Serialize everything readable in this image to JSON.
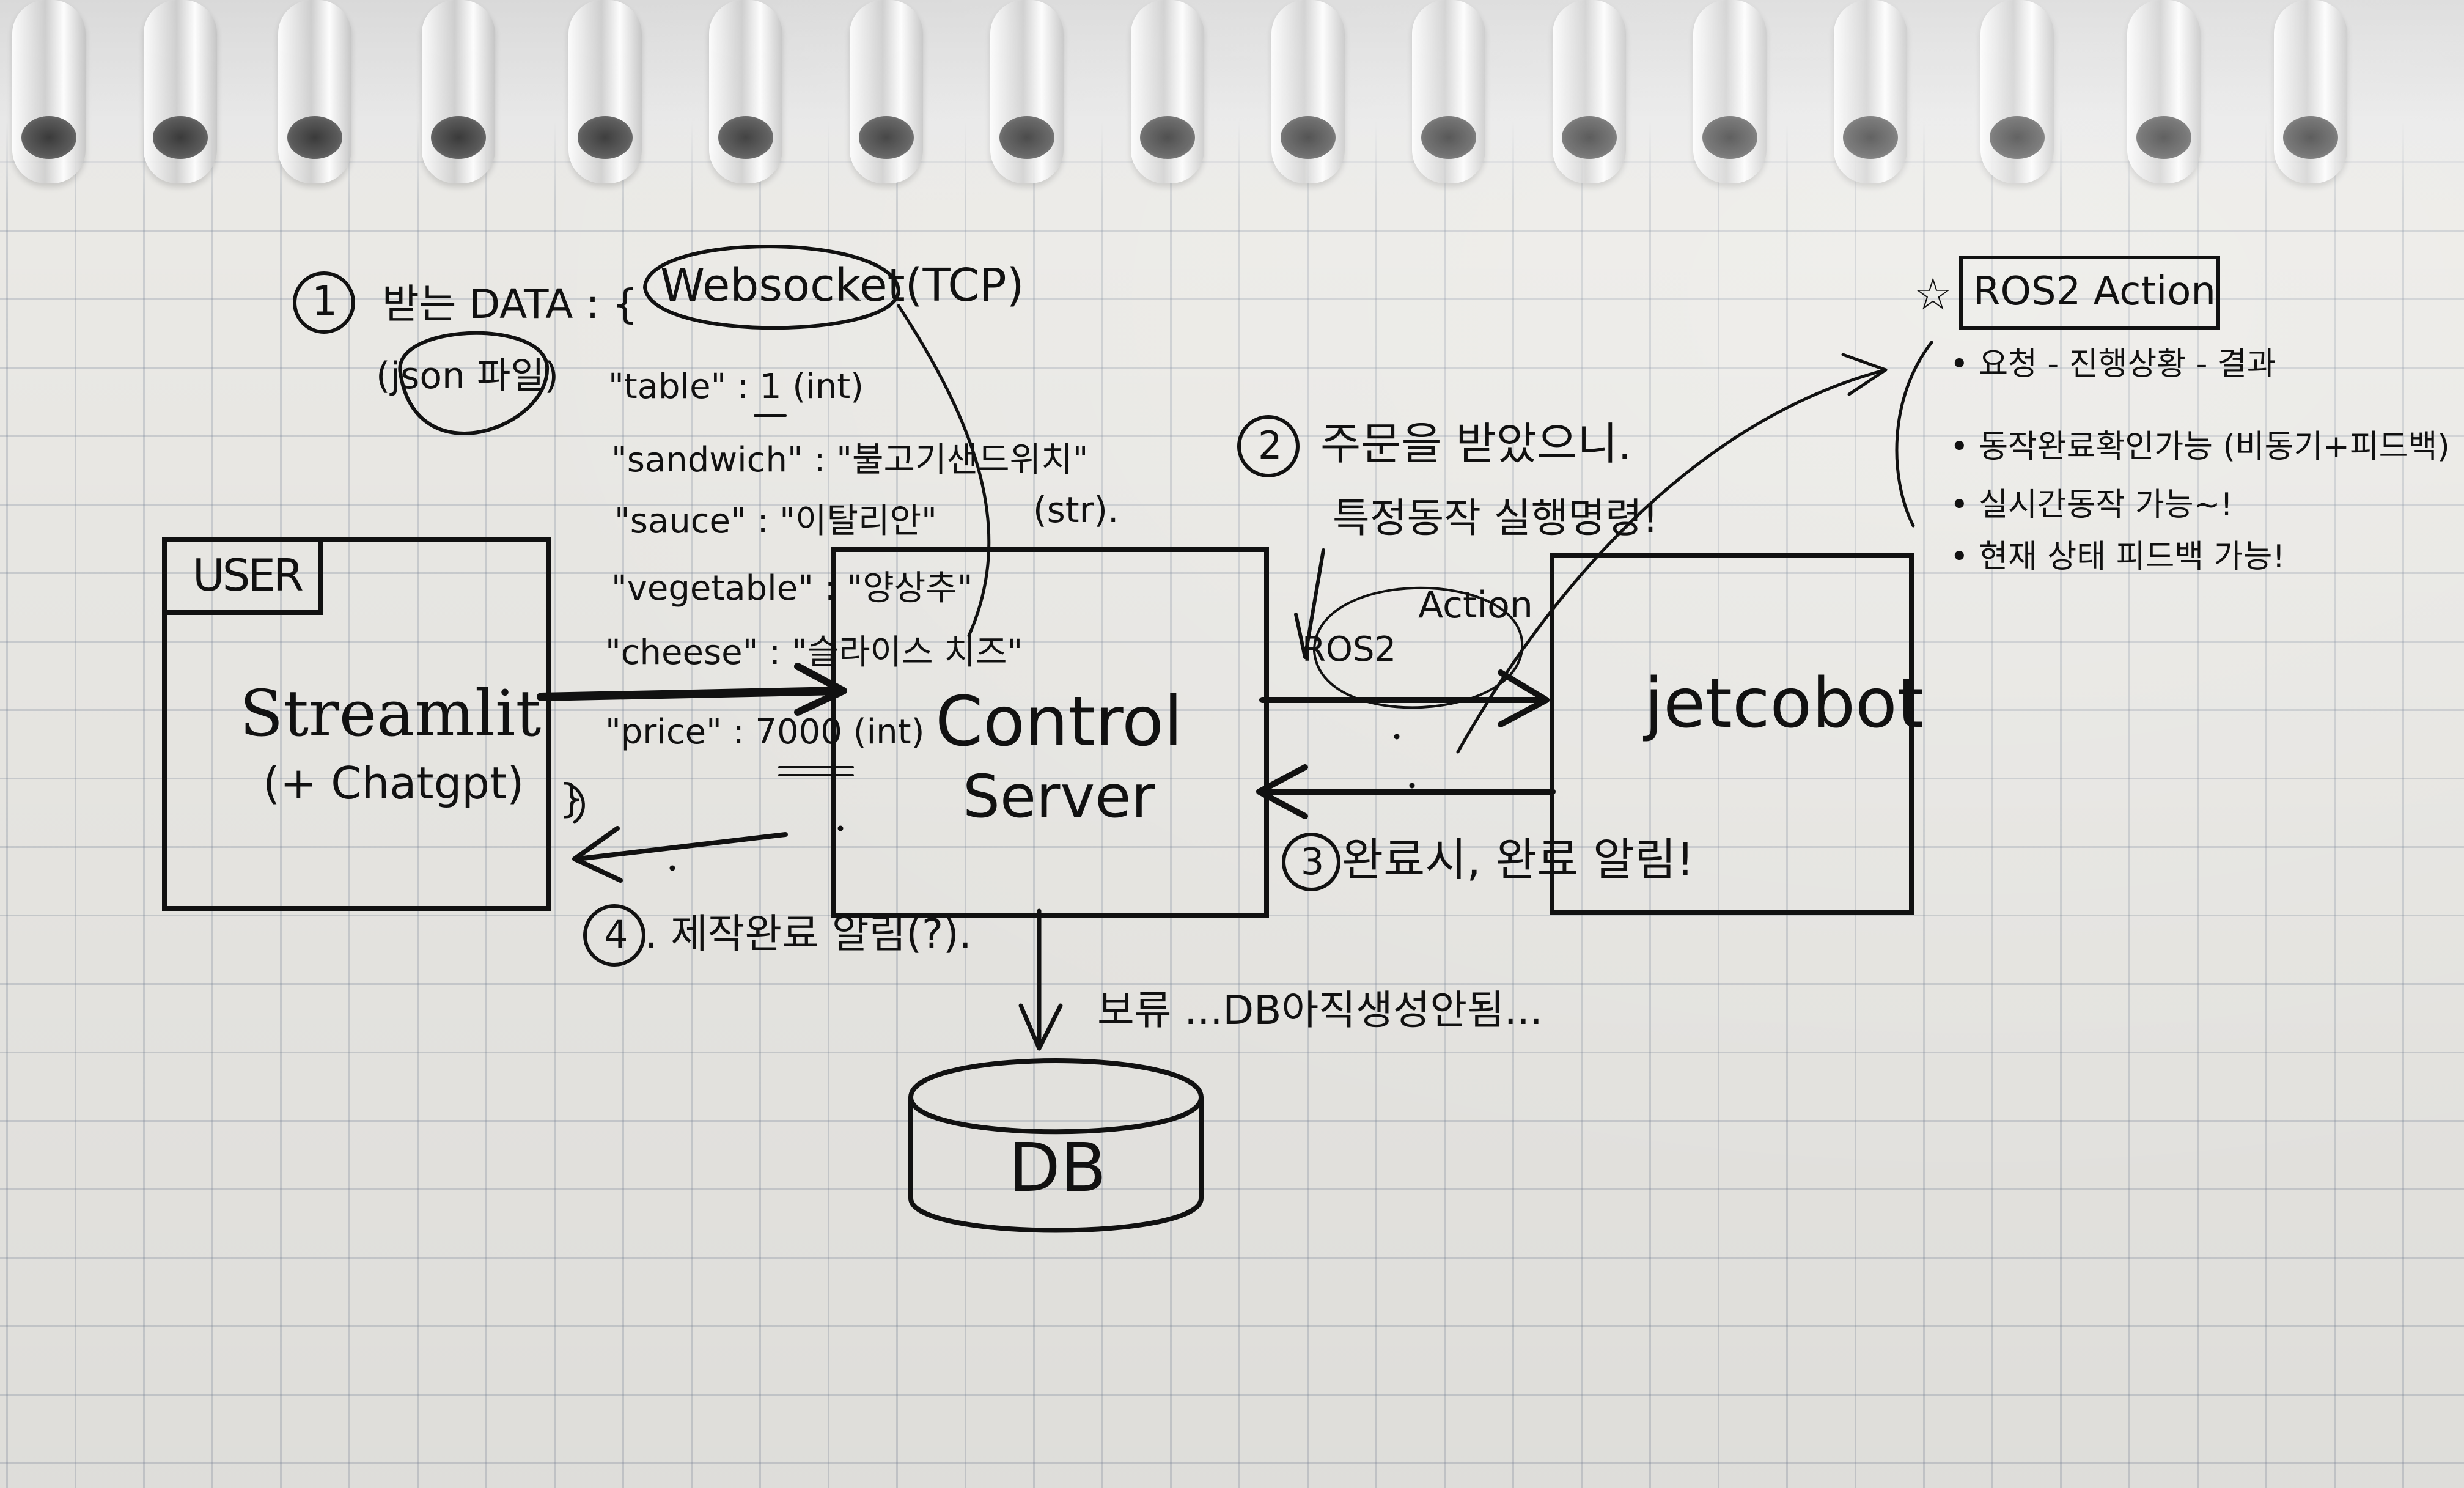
{
  "steps": {
    "step1_number": "1",
    "step1_label": "받는 DATA : {",
    "json_format": "(json 파일)",
    "websocket": "Websocket(TCP)",
    "step2_number": "2",
    "step2_label": "주문을 받았으니.",
    "step2_sub": "특정동작 실행명령!",
    "step3_number": "3",
    "step3_label": "완료시, 완료 알림!",
    "step4_number": "4",
    "step4_label": ". 제작완료 알림(?).",
    "db_note": "보류 ...DB아직생성안됨..."
  },
  "json_fields": [
    {
      "key": "\"table\"",
      "sep": ":",
      "value": "1",
      "type": "(int)"
    },
    {
      "key": "\"sandwich\"",
      "sep": ":",
      "value": "\"불고기샌드위치\"",
      "type": ""
    },
    {
      "key": "\"sauce\"",
      "sep": ":",
      "value": "\"이탈리안\"",
      "type": ""
    },
    {
      "key": "\"vegetable\"",
      "sep": ":",
      "value": "\"양상추\"",
      "type": ""
    },
    {
      "key": "\"cheese\"",
      "sep": ":",
      "value": "\"슬라이스 치즈\"",
      "type": ""
    },
    {
      "key": "\"price\"",
      "sep": ":",
      "value": "7000",
      "type": "(int)"
    }
  ],
  "str_type": "(str).",
  "close_brace": "}",
  "boxes": {
    "user_tag": "USER",
    "user_title": "Streamlit",
    "user_sub": "(+ Chatgpt)",
    "server_line1": "Control",
    "server_line2": "Server",
    "robot": "jetcobot",
    "db": "DB"
  },
  "ros": {
    "ros2": "ROS2",
    "action": "Action",
    "panel_title": "ROS2 Action",
    "star": "☆",
    "bullets": [
      "요청 - 진행상황 - 결과",
      "동작완료확인가능 (비동기+피드백)",
      "실시간동작 가능~!",
      "현재 상태 피드백 가능!"
    ]
  },
  "colors": {
    "ink": "#111111",
    "paper": "#ecebe7",
    "grid": "#8a93a3"
  }
}
